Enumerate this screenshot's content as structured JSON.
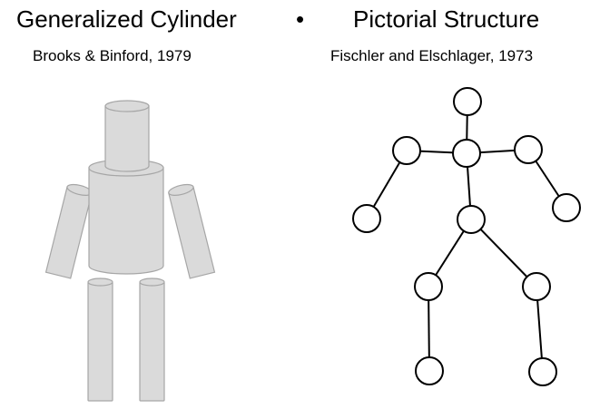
{
  "left": {
    "title": "Generalized Cylinder",
    "subtitle": "Brooks & Binford, 1979"
  },
  "separator": "•",
  "right": {
    "title": "Pictorial Structure",
    "subtitle": "Fischler and Elschlager, 1973"
  },
  "colors": {
    "cylinder_fill": "#dadada",
    "cylinder_stroke": "#a6a6a6",
    "node_fill": "#ffffff",
    "node_stroke": "#000000"
  }
}
